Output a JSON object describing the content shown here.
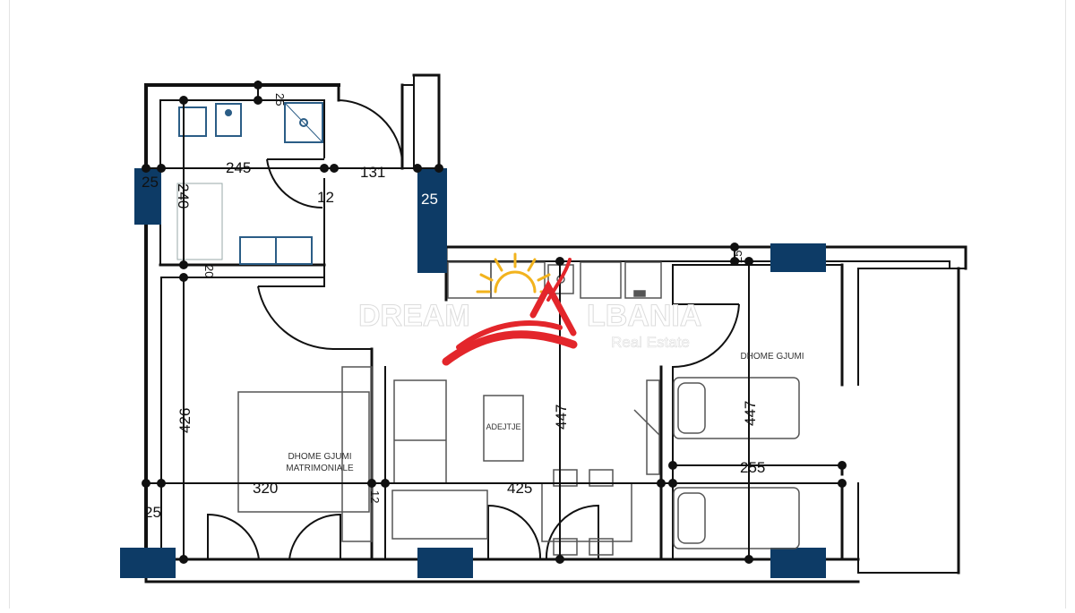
{
  "plan": {
    "dimensions": {
      "top_wall": "25",
      "bath_width": "245",
      "bath_height": "240",
      "entry_width": "131",
      "door_gap": "12",
      "wall_left": "25",
      "wall_shaft": "25",
      "wall_bath_bottom": "20",
      "bedroom_height": "426",
      "bedroom_width": "320",
      "wall_bedroom_partition": "12",
      "wall_bottom_left": "25",
      "living_depth": "447",
      "living_width": "425",
      "bedroom2_depth": "447",
      "bedroom2_width": "255",
      "wall_right_top": "25"
    },
    "rooms": {
      "master_bedroom_line1": "DHOME GJUMI",
      "master_bedroom_line2": "MATRIMONIALE",
      "second_bedroom": "DHOME GJUMI",
      "dining_table": "ADEJTJE"
    }
  },
  "watermark": {
    "brand_left": "DREAM",
    "brand_right": "LBANIA",
    "tagline": "Real Estate",
    "colors": {
      "sun": "#f2b31d",
      "eagle": "#e3262b",
      "text": "#ffffff"
    }
  },
  "colors": {
    "wall": "#111111",
    "column": "#0d3b66",
    "fixture": "#2b5d86"
  }
}
